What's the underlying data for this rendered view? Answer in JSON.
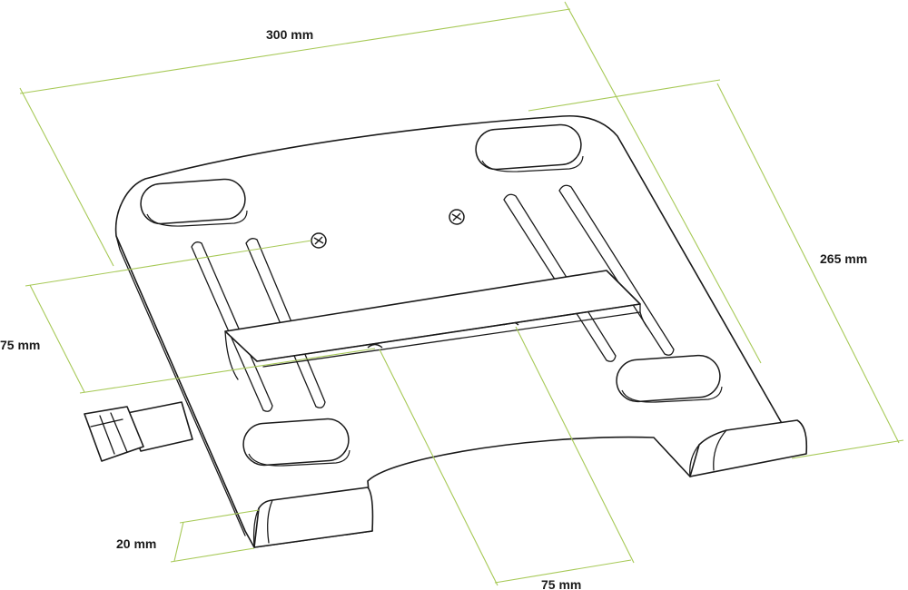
{
  "drawing": {
    "accent_color": "#a7c957",
    "line_color": "#1a1a1a",
    "dimensions": {
      "width": "300 mm",
      "depth": "265 mm",
      "vesa_vertical": "75 mm",
      "vesa_horizontal": "75 mm",
      "lip_height": "20 mm"
    }
  }
}
